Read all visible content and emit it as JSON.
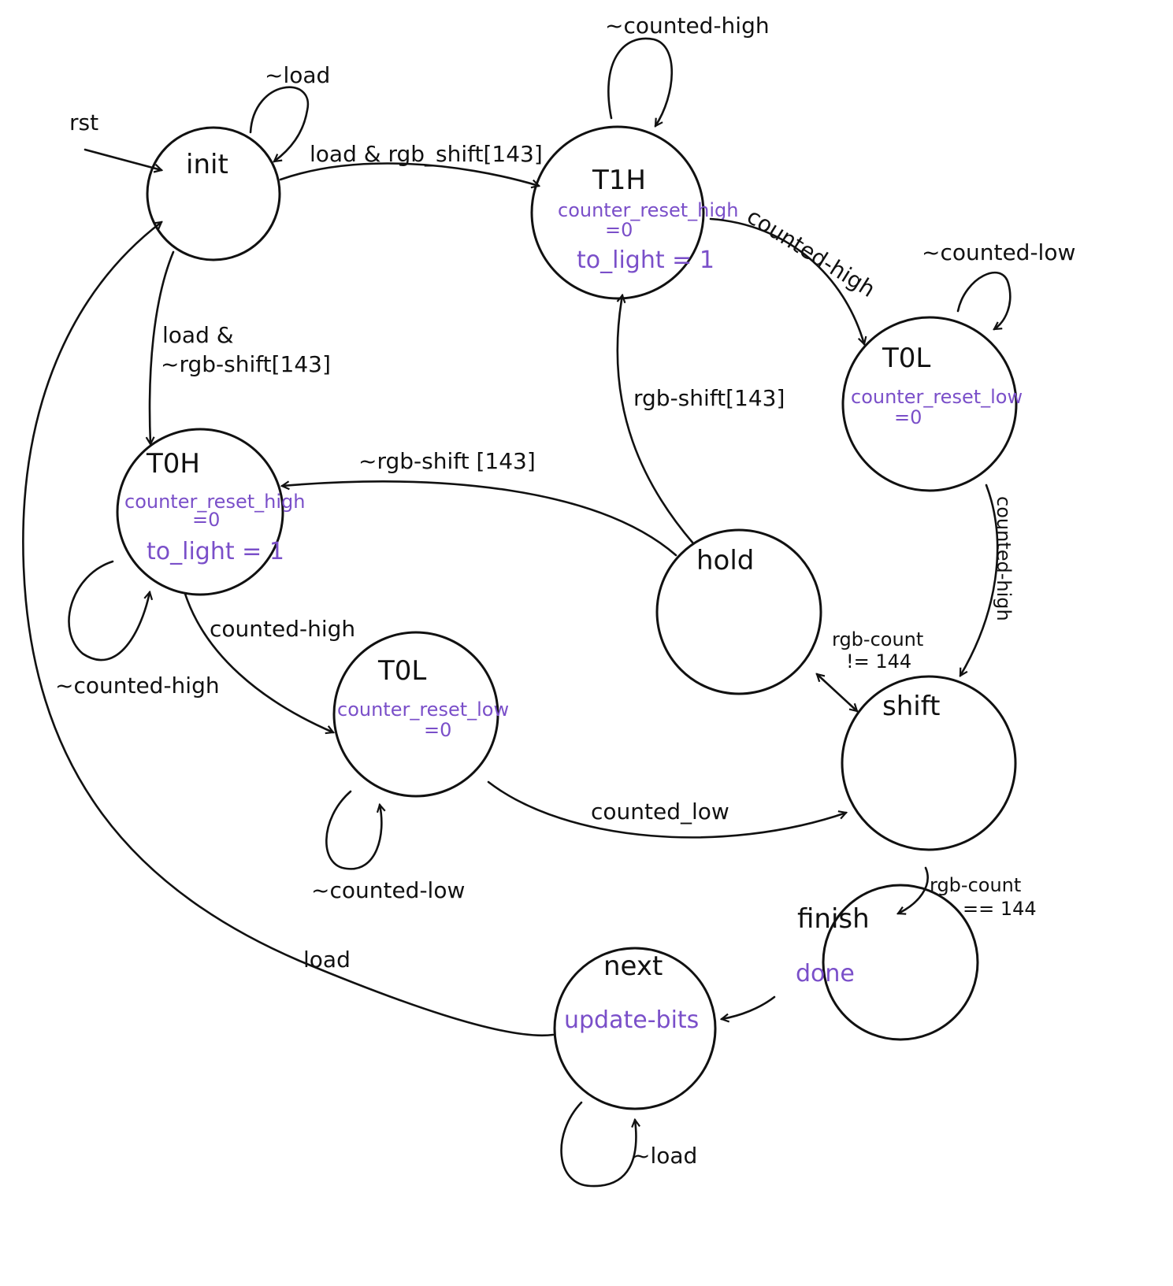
{
  "colors": {
    "ink": "#111111",
    "action": "#7a4fc9"
  },
  "states": {
    "init": {
      "name": "init"
    },
    "t1h": {
      "name": "T1H",
      "a1": "counter_reset_high",
      "a2": "=0",
      "a3": "to_light = 1"
    },
    "t0l_r": {
      "name": "T0L",
      "a1": "counter_reset_low",
      "a2": "=0"
    },
    "t0h": {
      "name": "T0H",
      "a1": "counter_reset_high",
      "a2": "=0",
      "a3": "to_light = 1"
    },
    "t0l_l": {
      "name": "T0L",
      "a1": "counter_reset_low",
      "a2": "=0"
    },
    "hold": {
      "name": "hold"
    },
    "shift": {
      "name": "shift"
    },
    "finish": {
      "name": "finish",
      "a1": "done"
    },
    "next": {
      "name": "next",
      "a1": "update-bits"
    }
  },
  "transitions": {
    "rst": "rst",
    "init_self": "~load",
    "init_t1h": "load & rgb_shift[143]",
    "t1h_self": "~counted-high",
    "t1h_t0l": "counted-high",
    "t0l_self": "~counted-low",
    "t0l_shift": "counted-high",
    "hold_t1h": "rgb-shift[143]",
    "hold_t0h": "~rgb-shift [143]",
    "init_t0h_l1": "load &",
    "init_t0h_l2": "~rgb-shift[143]",
    "t0h_self": "~counted-high",
    "t0h_t0l": "counted-high",
    "t0l2_self": "~counted-low",
    "t0l2_shift": "counted_low",
    "shift_hold_l1": "rgb-count",
    "shift_hold_l2": "!= 144",
    "shift_finish_l1": "rgb-count",
    "shift_finish_l2": "== 144",
    "next_self": "~load",
    "next_init": "load"
  }
}
